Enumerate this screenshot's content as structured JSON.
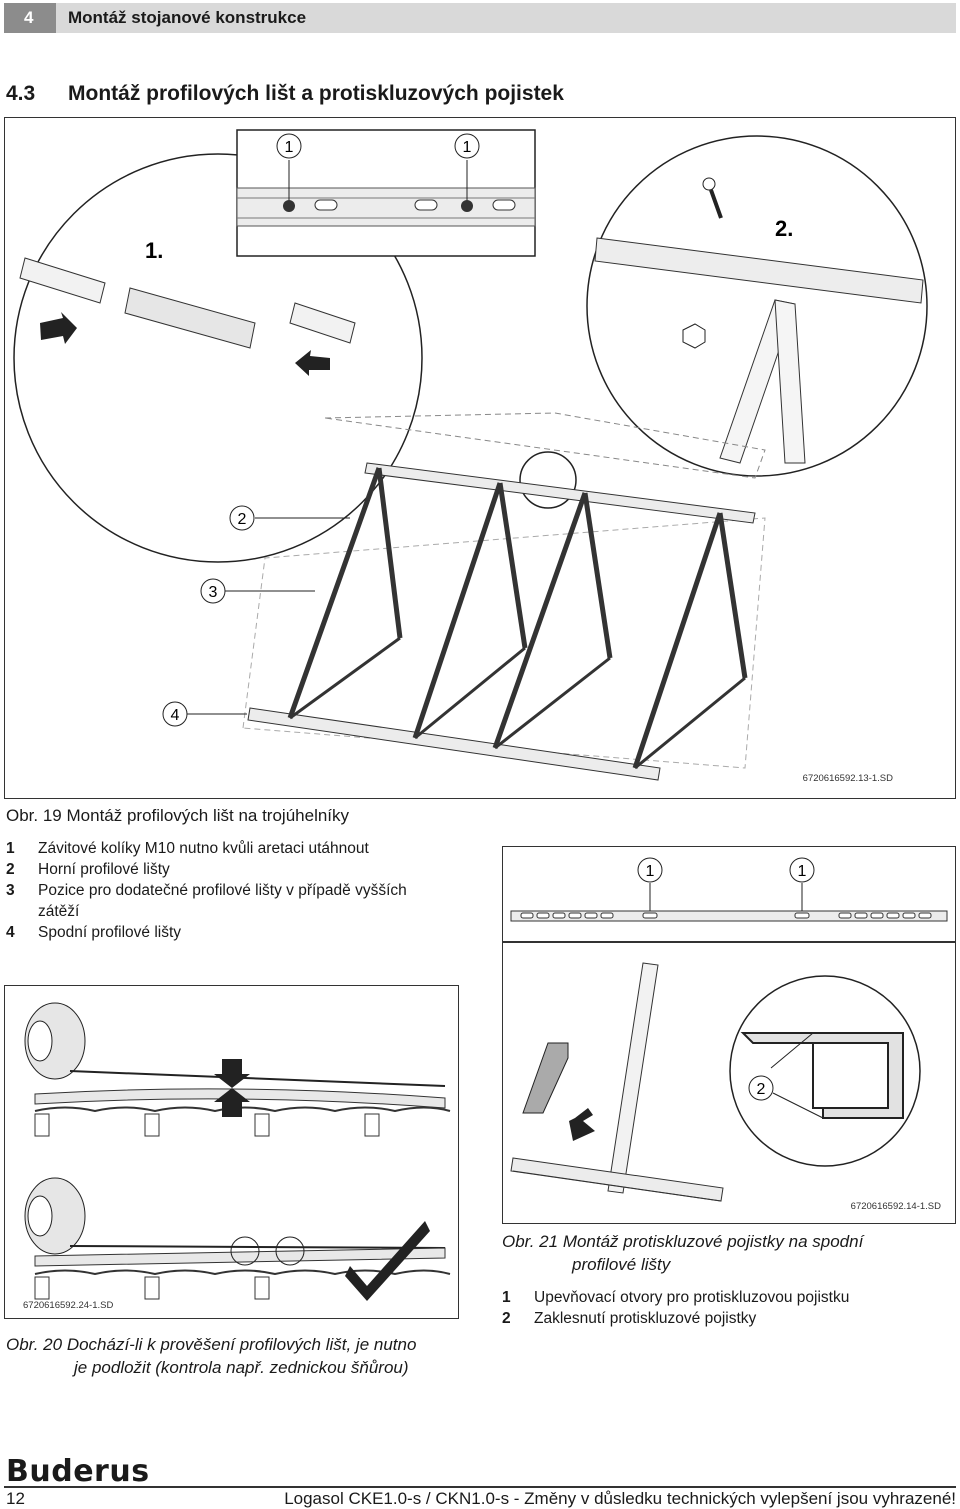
{
  "header": {
    "chapter_number": "4",
    "chapter_title": "Montáž stojanové konstrukce"
  },
  "section": {
    "number": "4.3",
    "title": "Montáž profilových lišt a protiskluzových pojistek"
  },
  "figure19": {
    "step1": "1.",
    "step2": "2.",
    "callouts": {
      "c1a": "1",
      "c1b": "1",
      "c2": "2",
      "c3": "3",
      "c4": "4"
    },
    "code": "6720616592.13-1.SD",
    "caption_prefix": "Obr. 19",
    "caption": "Montáž profilových lišt na trojúhelníky",
    "legend": [
      {
        "n": "1",
        "text": "Závitové kolíky M10 nutno kvůli aretaci utáhnout"
      },
      {
        "n": "2",
        "text": "Horní profilové lišty"
      },
      {
        "n": "3",
        "text": "Pozice pro dodatečné profilové lišty v případě vyšších"
      },
      {
        "n": "",
        "text": "zátěží"
      },
      {
        "n": "4",
        "text": "Spodní profilové lišty"
      }
    ]
  },
  "figure_rail": {
    "callout_a": "1",
    "callout_b": "1"
  },
  "figure20": {
    "code": "6720616592.24-1.SD",
    "caption_prefix": "Obr. 20",
    "caption_line1": "Dochází-li k prověšení profilových lišt, je nutno",
    "caption_line2": "je podložit (kontrola např. zednickou šňůrou)"
  },
  "figure21": {
    "callout": "2",
    "code": "6720616592.14-1.SD",
    "caption_prefix": "Obr. 21",
    "caption_line1": "Montáž protiskluzové pojistky na spodní",
    "caption_line2": "profilové lišty",
    "legend": [
      {
        "n": "1",
        "text": "Upevňovací otvory pro protiskluzovou pojistku"
      },
      {
        "n": "2",
        "text": "Zaklesnutí protiskluzové pojistky"
      }
    ]
  },
  "footer": {
    "logo": "Buderus",
    "page": "12",
    "text": "Logasol CKE1.0-s / CKN1.0-s - Změny v důsledku technických vylepšení jsou vyhrazené!"
  }
}
